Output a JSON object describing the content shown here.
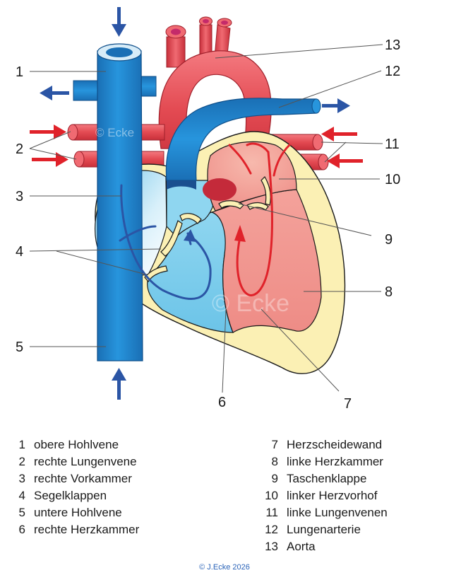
{
  "watermark": "© Ecke",
  "callouts": [
    "1",
    "2",
    "3",
    "4",
    "5",
    "6",
    "7",
    "8",
    "9",
    "10",
    "11",
    "12",
    "13"
  ],
  "legend_left": [
    {
      "num": "1",
      "label": "obere Hohlvene"
    },
    {
      "num": "2",
      "label": "rechte Lungenvene"
    },
    {
      "num": "3",
      "label": "rechte Vorkammer"
    },
    {
      "num": "4",
      "label": "Segelklappen"
    },
    {
      "num": "5",
      "label": "untere Hohlvene"
    },
    {
      "num": "6",
      "label": "rechte Herzkammer"
    }
  ],
  "legend_right": [
    {
      "num": "7",
      "label": "Herzscheidewand"
    },
    {
      "num": "8",
      "label": "linke Herzkammer"
    },
    {
      "num": "9",
      "label": "Taschenklappe"
    },
    {
      "num": "10",
      "label": "linker Herzvorhof"
    },
    {
      "num": "11",
      "label": "linke Lungenvenen"
    },
    {
      "num": "12",
      "label": "Lungenarterie"
    },
    {
      "num": "13",
      "label": "Aorta"
    }
  ],
  "copyright": "© J.Ecke 2026",
  "colors": {
    "vein_blue": "#1f84cf",
    "artery_red": "#e64650",
    "arrow_blue": "#2b55a5",
    "arrow_red": "#e0222a",
    "muscle": "#fbf0b4",
    "right_chamber": "#7ccdec",
    "left_chamber": "#ef8f8a"
  }
}
